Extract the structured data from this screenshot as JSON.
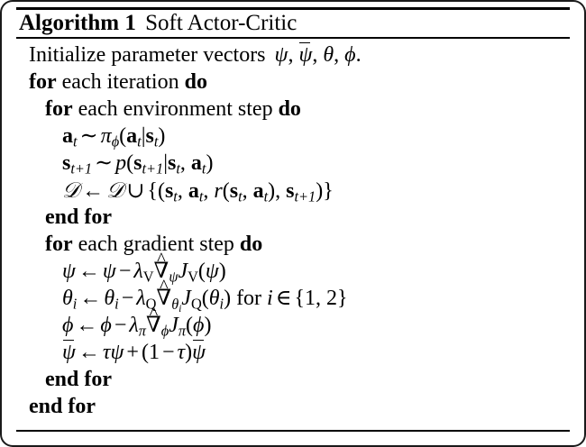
{
  "figure": {
    "kind": "algorithm-block",
    "title": {
      "label": "Algorithm 1",
      "name": "Soft Actor-Critic"
    },
    "lines": [
      {
        "id": "init",
        "indent": 1,
        "text": "Initialize parameter vectors ψ, ψ̄, θ, ϕ."
      },
      {
        "id": "for-iteration",
        "indent": 1,
        "text": "for each iteration do"
      },
      {
        "id": "for-env-step",
        "indent": 2,
        "text": "for each environment step do"
      },
      {
        "id": "sample-action",
        "indent": 3,
        "text": "a_t ~ π_ϕ(a_t|s_t)"
      },
      {
        "id": "sample-next-state",
        "indent": 3,
        "text": "s_{t+1} ~ p(s_{t+1}|s_t, a_t)"
      },
      {
        "id": "append-buffer",
        "indent": 3,
        "text": "D ← D ∪ {(s_t, a_t, r(s_t, a_t), s_{t+1})}"
      },
      {
        "id": "end-for-env-step",
        "indent": 2,
        "text": "end for"
      },
      {
        "id": "for-gradient-step",
        "indent": 2,
        "text": "for each gradient step do"
      },
      {
        "id": "update-psi",
        "indent": 3,
        "text": "ψ ← ψ − λ_V ∇̂_ψ J_V(ψ)"
      },
      {
        "id": "update-theta",
        "indent": 3,
        "text": "θ_i ← θ_i − λ_Q ∇̂_{θ_i} J_Q(θ_i) for i ∈ {1, 2}"
      },
      {
        "id": "update-phi",
        "indent": 3,
        "text": "ϕ ← ϕ − λ_π ∇̂_ϕ J_π(ϕ)"
      },
      {
        "id": "update-psi-bar",
        "indent": 3,
        "text": "ψ̄ ← τψ + (1 − τ)ψ̄"
      },
      {
        "id": "end-for-gradient-step",
        "indent": 2,
        "text": "end for"
      },
      {
        "id": "end-for-iteration",
        "indent": 1,
        "text": "end for"
      }
    ],
    "keywords": {
      "for": "for",
      "do": "do",
      "end_for": "end for",
      "each_iteration": "each iteration",
      "each_environment_step": "each environment step",
      "each_gradient_step": "each gradient step",
      "initialize_prefix": "Initialize parameter vectors",
      "for_roman": "for"
    },
    "symbols": {
      "psi": "ψ",
      "theta": "θ",
      "phi": "ϕ",
      "tau": "τ",
      "lambda": "λ",
      "pi": "π",
      "nabla": "∇",
      "arrow_left": "←",
      "sim": "∼",
      "cup": "∪",
      "in": "∈",
      "minus": "−",
      "plus": "+",
      "comma": ",",
      "period": ".",
      "bar_accent": "̄",
      "hat_accent": "̂",
      "cal_D": "𝒟",
      "bold_a": "a",
      "bold_s": "s",
      "r": "r",
      "p": "p",
      "J": "J",
      "V": "V",
      "Q": "Q",
      "i": "i",
      "t": "t",
      "one": "1",
      "two": "2",
      "t_plus_1": "t+1"
    },
    "colors": {
      "background": "#ffffff",
      "text": "#000000",
      "rule": "#000000",
      "frame": "#1a1a1a"
    }
  }
}
